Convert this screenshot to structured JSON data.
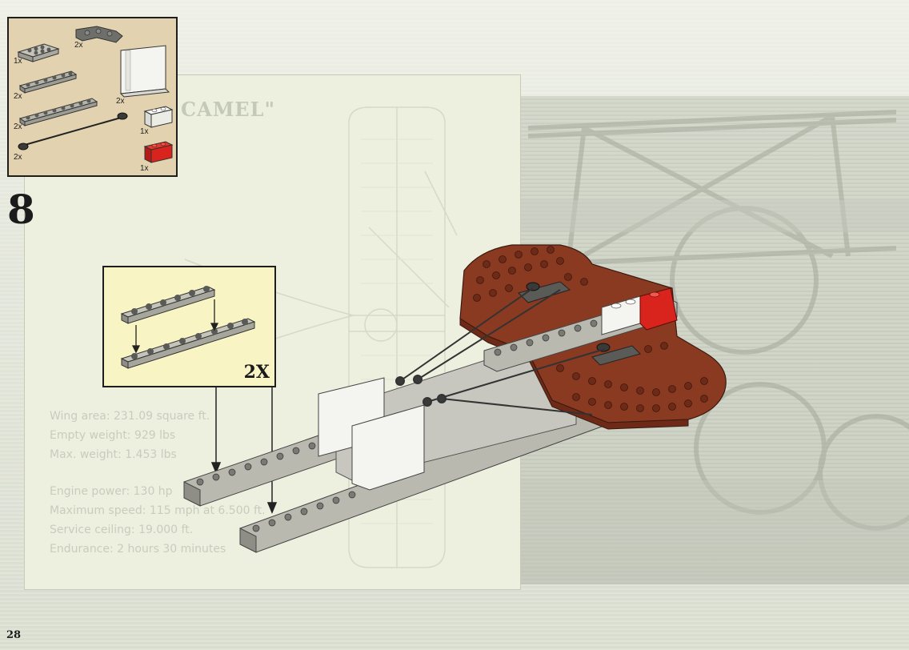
{
  "page": {
    "page_number": "28",
    "step_number": "8",
    "background_title": "CAMEL\""
  },
  "parts_list": [
    {
      "qty": "2x",
      "part": "dark-gray-wing-plate"
    },
    {
      "qty": "1x",
      "part": "gray-plate-2x4"
    },
    {
      "qty": "2x",
      "part": "gray-plate-1x6"
    },
    {
      "qty": "2x",
      "part": "gray-plate-1x8"
    },
    {
      "qty": "2x",
      "part": "white-panel"
    },
    {
      "qty": "2x",
      "part": "black-string-with-studs"
    },
    {
      "qty": "1x",
      "part": "white-brick-1x2"
    },
    {
      "qty": "1x",
      "part": "red-brick-1x2"
    }
  ],
  "subassembly": {
    "multiplier": "2X"
  },
  "specs": [
    "Wing area: 231.09 square ft.",
    "Empty weight: 929 lbs",
    "Max. weight: 1.453 lbs",
    "",
    "Engine power: 130 hp",
    "Maximum speed: 115 mph at 6.500 ft.",
    "Service ceiling: 19.000 ft.",
    "Endurance: 2 hours 30 minutes"
  ],
  "colors": {
    "brown": "#8b3a22",
    "light_gray": "#b9b9b0",
    "dark_gray": "#6e6e6a",
    "white": "#f4f4f0",
    "red": "#d8241c",
    "parts_bg": "#e2d2b0",
    "sub_bg": "#f8f4c4"
  }
}
